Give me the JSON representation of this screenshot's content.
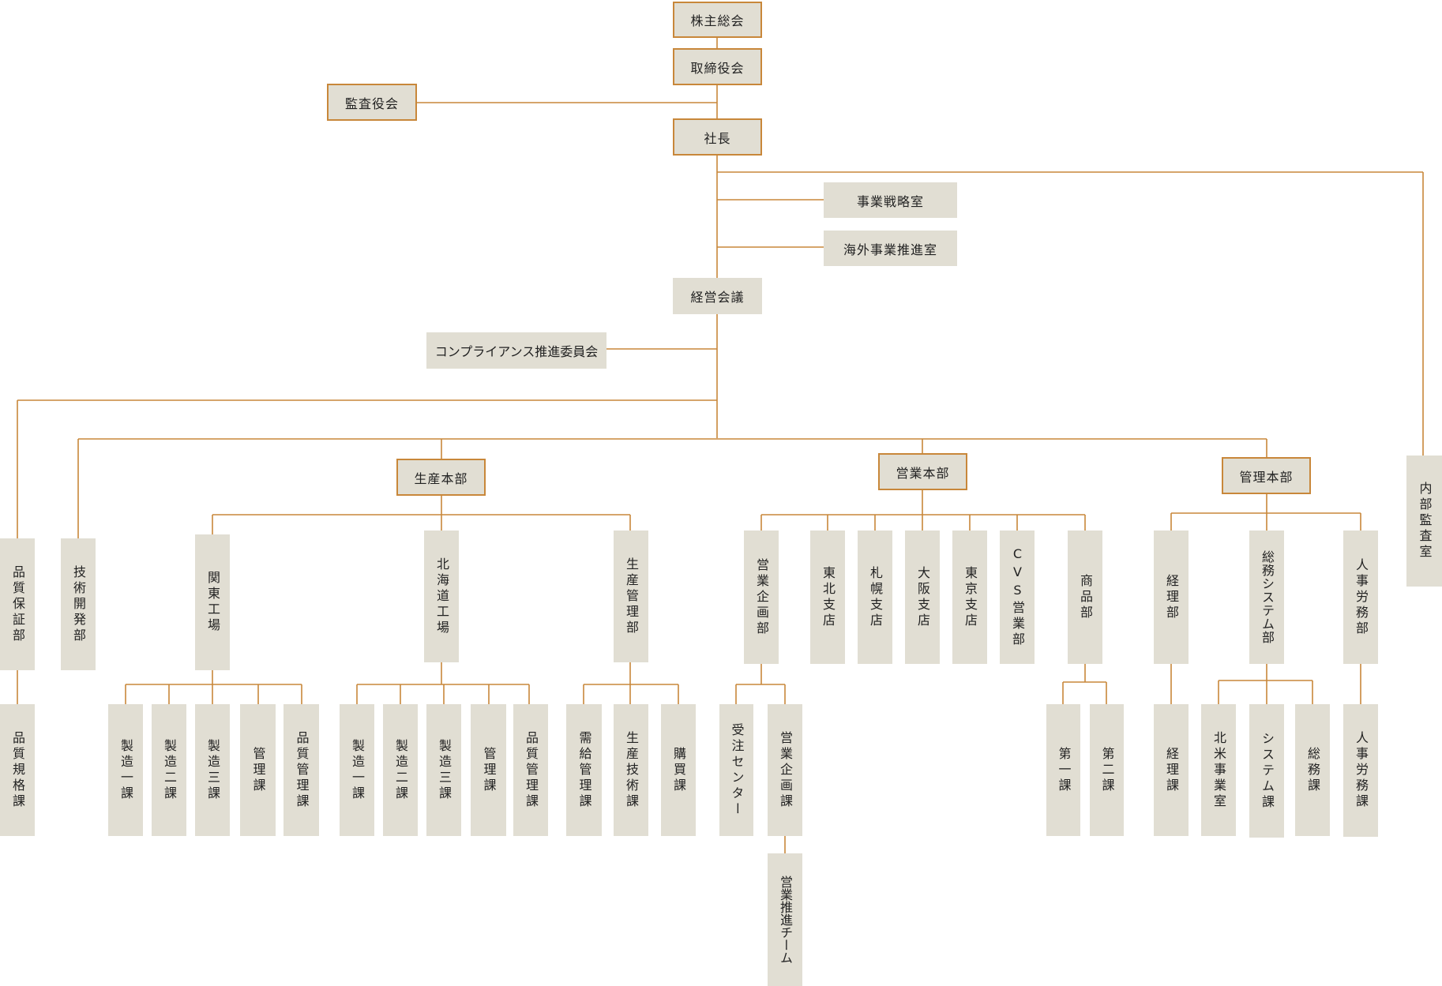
{
  "colors": {
    "line": "#c8873a",
    "box_fill": "#e1ded3",
    "box_border": "#c8873a"
  },
  "nodes": {
    "shareholders": "株主総会",
    "board": "取締役会",
    "auditors": "監査役会",
    "president": "社長",
    "strategy_office": "事業戦略室",
    "overseas_office": "海外事業推進室",
    "management_meeting": "経営会議",
    "compliance_committee": "コンプライアンス推進委員会",
    "internal_audit": "内部監査室",
    "quality_assurance": "品質保証部",
    "quality_standards": "品質規格課",
    "tech_dev": "技術開発部",
    "production_hq": "生産本部",
    "kanto_factory": "関東工場",
    "kanto_mfg1": "製造一課",
    "kanto_mfg2": "製造二課",
    "kanto_mfg3": "製造三課",
    "kanto_admin": "管理課",
    "kanto_qc": "品質管理課",
    "hokkaido_factory": "北海道工場",
    "hokkaido_mfg1": "製造一課",
    "hokkaido_mfg2": "製造二課",
    "hokkaido_mfg3": "製造三課",
    "hokkaido_admin": "管理課",
    "hokkaido_qc": "品質管理課",
    "production_mgmt": "生産管理部",
    "supply_demand": "需給管理課",
    "production_tech": "生産技術課",
    "purchasing": "購買課",
    "sales_hq": "営業本部",
    "sales_planning": "営業企画部",
    "order_center": "受注センター",
    "sales_planning_div": "営業企画課",
    "sales_promo_team": "営業推進チーム",
    "tohoku_branch": "東北支店",
    "sapporo_branch": "札幌支店",
    "osaka_branch": "大阪支店",
    "tokyo_branch": "東京支店",
    "cvs_sales": "CVS営業部",
    "merchandise": "商品部",
    "merch_div1": "第一課",
    "merch_div2": "第二課",
    "admin_hq": "管理本部",
    "accounting": "経理部",
    "accounting_div": "経理課",
    "general_systems": "総務システム部",
    "na_business": "北米事業室",
    "systems_div": "システム課",
    "general_affairs_div": "総務課",
    "hr_labor": "人事労務部",
    "hr_labor_div": "人事労務課"
  }
}
